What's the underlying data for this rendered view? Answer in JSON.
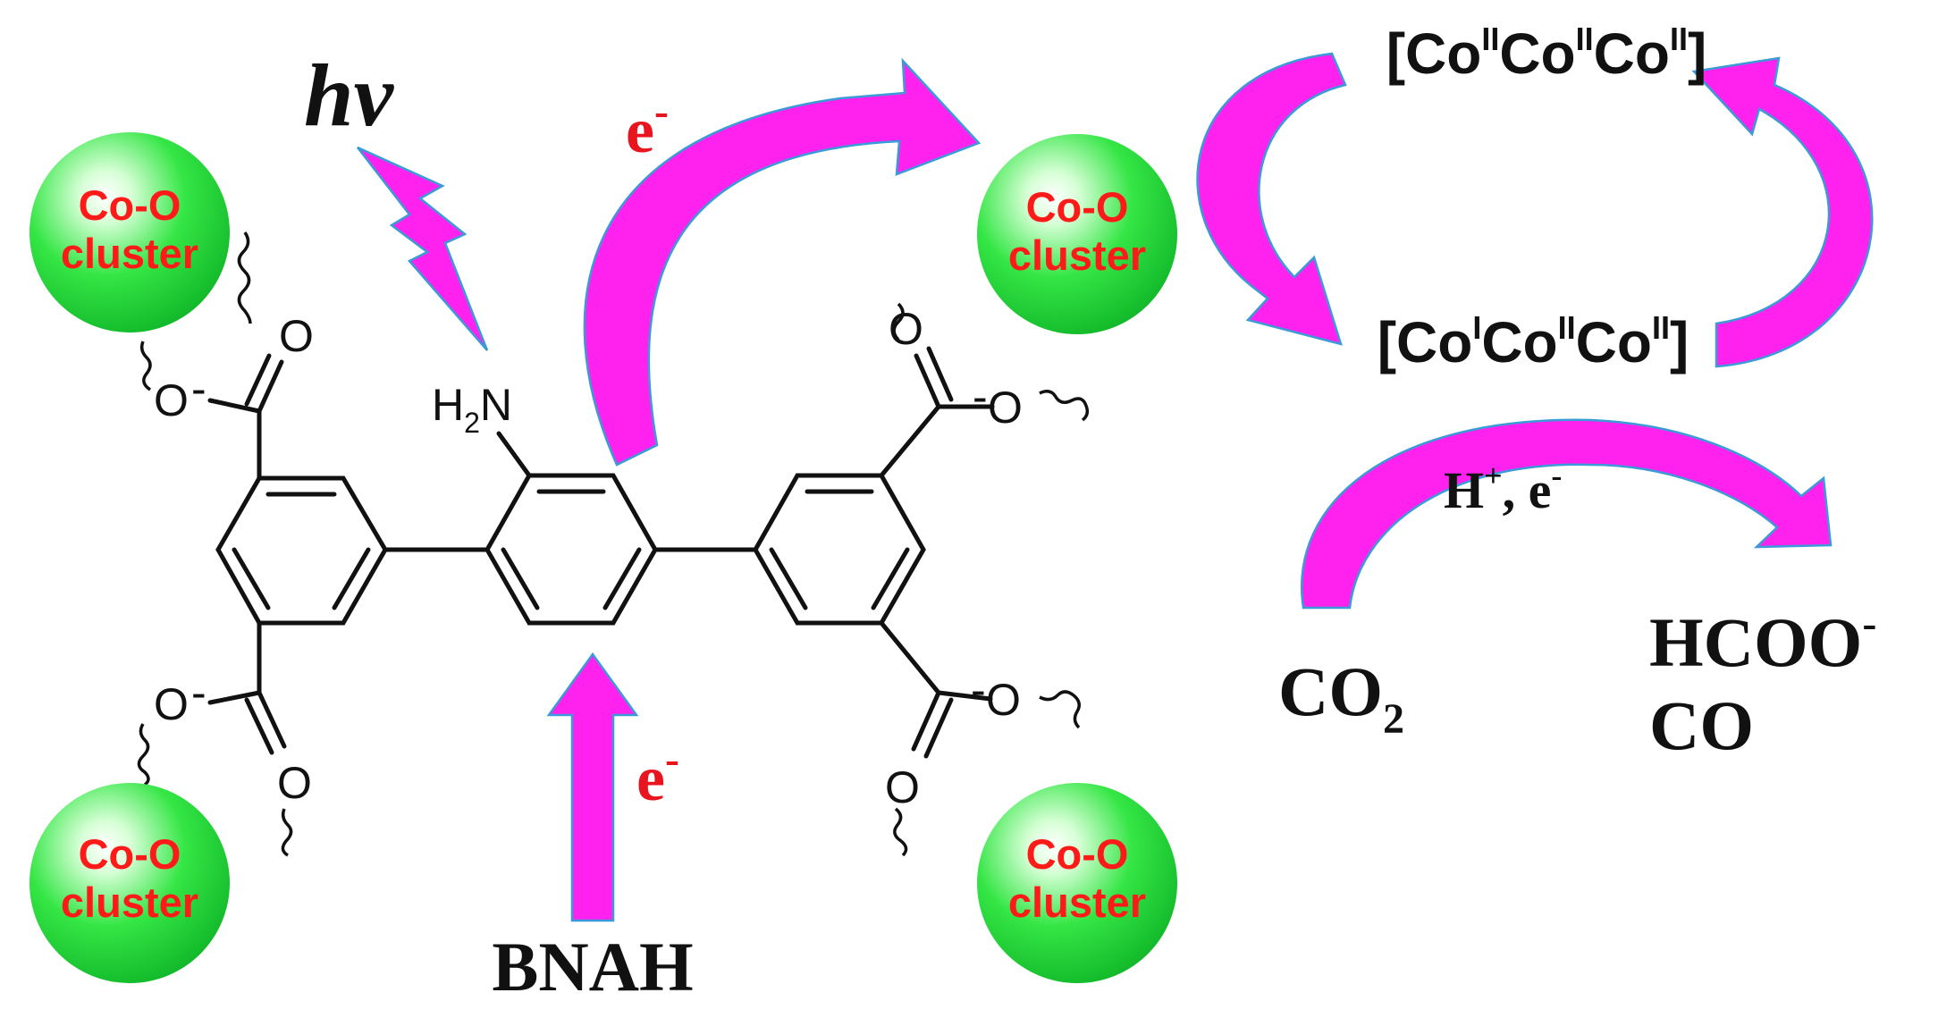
{
  "colors": {
    "arrow": "#ff22ee",
    "arrow_edge": "#3a9bd8",
    "cluster_sphere": "#22e03a",
    "cluster_text": "#ff1a1a",
    "electron_text": "#e8141e",
    "bonds": "#111111"
  },
  "light": {
    "label": "hv",
    "icon": "lightning-bolt"
  },
  "electron_labels": {
    "top": "e",
    "bottom": "e",
    "superscript": "-"
  },
  "donor": {
    "label": "BNAH"
  },
  "cluster": {
    "line1": "Co-O",
    "line2": "cluster"
  },
  "amine": {
    "label_h": "H",
    "label_sub": "2",
    "label_n": "N"
  },
  "carboxylate": {
    "oxygen": "O",
    "charge": "-"
  },
  "redox_cycle": {
    "top_state": {
      "parts": [
        [
          "Co",
          "II"
        ],
        [
          "Co",
          "II"
        ],
        [
          "Co",
          "II"
        ]
      ]
    },
    "bottom_state": {
      "parts": [
        [
          "Co",
          "I"
        ],
        [
          "Co",
          "II"
        ],
        [
          "Co",
          "II"
        ]
      ]
    }
  },
  "reaction": {
    "reagents_main": "H",
    "reagents_sup": "+",
    "reagents_rest": ", e",
    "reagents_sup2": "-",
    "substrate_main": "CO",
    "substrate_sub": "2",
    "product1_main": "HCOO",
    "product1_sup": "-",
    "product2": "CO"
  }
}
